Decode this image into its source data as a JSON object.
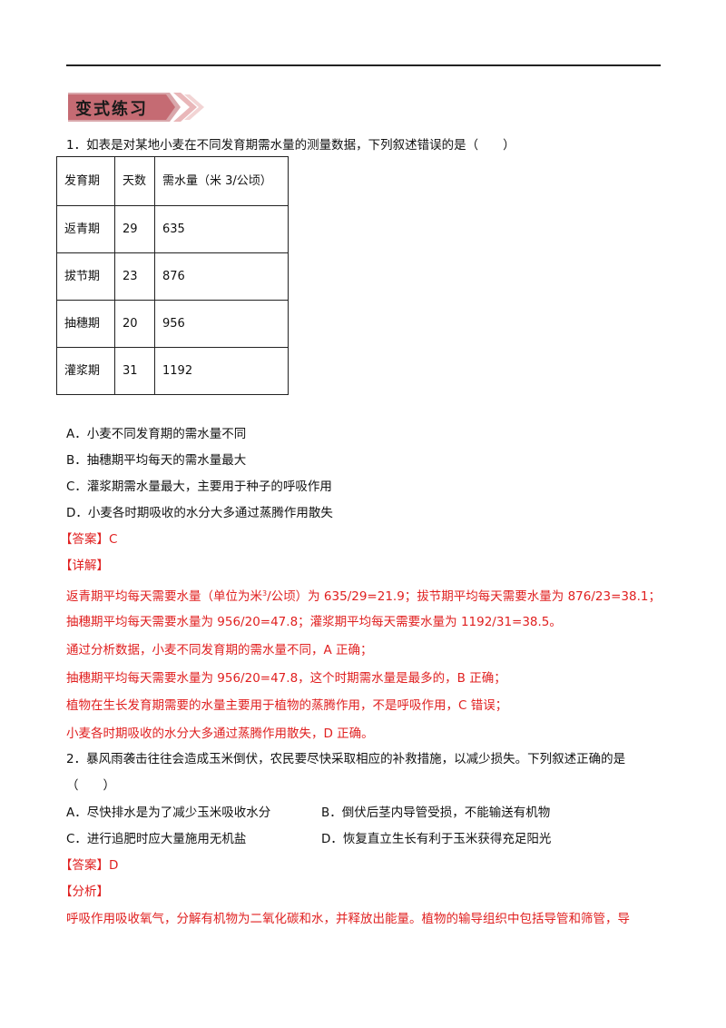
{
  "banner": {
    "title": "变式练习"
  },
  "q1": {
    "stem": "1．如表是对某地小麦在不同发育期需水量的测量数据，下列叙述错误的是（　　）",
    "table": {
      "headers": [
        "发育期",
        "天数",
        "需水量（米 3/公顷）"
      ],
      "rows": [
        [
          "返青期",
          "29",
          "635"
        ],
        [
          "拔节期",
          "23",
          "876"
        ],
        [
          "抽穗期",
          "20",
          "956"
        ],
        [
          "灌浆期",
          "31",
          "1192"
        ]
      ]
    },
    "options": [
      "A．小麦不同发育期的需水量不同",
      "B．抽穗期平均每天的需水量最大",
      "C．灌浆期需水量最大，主要用于种子的呼吸作用",
      "D．小麦各时期吸收的水分大多通过蒸腾作用散失"
    ],
    "answer_label": "【答案】",
    "answer_value": "C",
    "detail_label": "【详解】",
    "detail_lines": {
      "l1_a": "返青期平均每天需要水量（单位为米",
      "l1_sup": "3",
      "l1_b": "/公顷）为 635/29=21.9；拔节期平均每天需要水量为 876/23=38.1；",
      "l2": "抽穗期平均每天需要水量为 956/20=47.8；灌浆期平均每天需要水量为 1192/31=38.5。",
      "l3": "通过分析数据，小麦不同发育期的需水量不同，A 正确；",
      "l4": "抽穗期平均每天需要水量为 956/20=47.8，这个时期需水量是最多的，B 正确；",
      "l5": "植物在生长发育期需要的水量主要用于植物的蒸腾作用，不是呼吸作用，C 错误；",
      "l6": "小麦各时期吸收的水分大多通过蒸腾作用散失，D 正确。"
    }
  },
  "q2": {
    "stem_line1": "2．暴风雨袭击往往会造成玉米倒伏，农民要尽快采取相应的补救措施，以减少损失。下列叙述正确的是",
    "stem_line2": "（　　）",
    "options": [
      "A．尽快排水是为了减少玉米吸收水分",
      "B．倒伏后茎内导管受损，不能输送有机物",
      "C．进行追肥时应大量施用无机盐",
      "D．恢复直立生长有利于玉米获得充足阳光"
    ],
    "answer_label": "【答案】",
    "answer_value": "D",
    "analysis_label": "【分析】",
    "analysis_line": "呼吸作用吸收氧气，分解有机物为二氧化碳和水，并释放出能量。植物的输导组织中包括导管和筛管，导"
  }
}
